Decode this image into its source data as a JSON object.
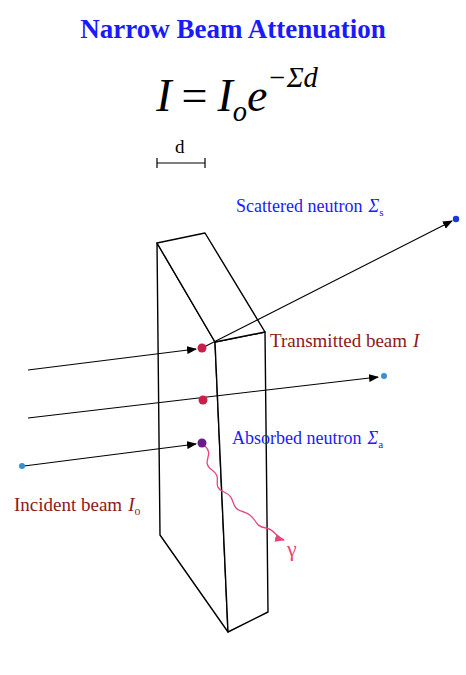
{
  "diagram": {
    "title": "Narrow Beam Attenuation",
    "labels": [
      "I",
      "=",
      "I",
      "o",
      "e",
      "−Σd",
      "d",
      "Scattered neutron",
      "Σ",
      "s",
      "Transmitted beam",
      "I",
      "Absorbed neutron",
      "Σ",
      "a",
      "Incident beam",
      "I",
      "o",
      "γ"
    ]
  }
}
